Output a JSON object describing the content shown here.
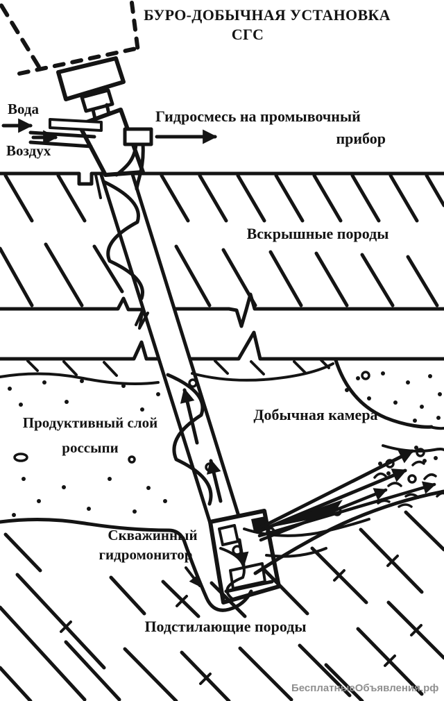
{
  "title": {
    "line1": "БУРО-ДОБЫЧНАЯ УСТАНОВКА",
    "line2": "СГС"
  },
  "labels": {
    "water": "Вода",
    "air": "Воздух",
    "slurry_line1": "Гидросмесь на промывочный",
    "slurry_line2": "прибор",
    "overburden": "Вскрышные породы",
    "productive_line1": "Продуктивный слой",
    "productive_line2": "россыпи",
    "chamber": "Добычная камера",
    "monitor_line1": "Скважинный",
    "monitor_line2": "гидромонитор",
    "underlying": "Подстилающие породы"
  },
  "watermark": "БесплатныеОбъявления.рф",
  "colors": {
    "ink": "#141414",
    "paper": "#ffffff",
    "watermark": "#8f8f8f"
  }
}
